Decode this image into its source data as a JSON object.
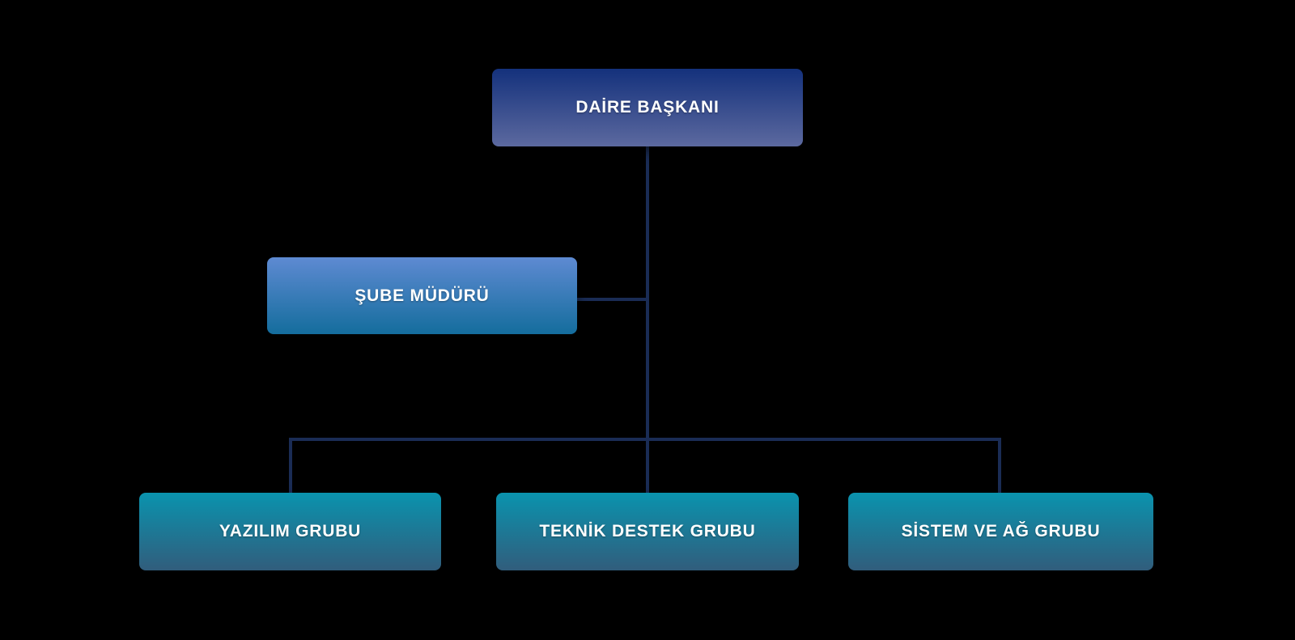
{
  "diagram": {
    "type": "org-chart",
    "background_color": "#000000",
    "connector_color": "#1a2c55",
    "text_color": "#ffffff",
    "nodes": [
      {
        "id": "daire-baskani",
        "label": "DAİRE BAŞKANI",
        "level": 1,
        "gradient_top": "#14317c",
        "gradient_bottom": "#5c699f"
      },
      {
        "id": "sube-muduru",
        "label": "ŞUBE MÜDÜRÜ",
        "level": 2,
        "gradient_top": "#5e8ad2",
        "gradient_bottom": "#146d9d"
      },
      {
        "id": "yazilim-grubu",
        "label": "YAZILIM GRUBU",
        "level": 3,
        "gradient_top": "#0a93ae",
        "gradient_bottom": "#315d7c"
      },
      {
        "id": "teknik-destek-grubu",
        "label": "TEKNİK DESTEK GRUBU",
        "level": 3,
        "gradient_top": "#0a93ae",
        "gradient_bottom": "#315d7c"
      },
      {
        "id": "sistem-ve-ag-grubu",
        "label": "SİSTEM VE AĞ GRUBU",
        "level": 3,
        "gradient_top": "#0a93ae",
        "gradient_bottom": "#315d7c"
      }
    ],
    "edges": [
      {
        "from": "daire-baskani",
        "to": "sube-muduru",
        "style": "side-branch"
      },
      {
        "from": "daire-baskani",
        "to": "yazilim-grubu",
        "style": "tree"
      },
      {
        "from": "daire-baskani",
        "to": "teknik-destek-grubu",
        "style": "tree"
      },
      {
        "from": "daire-baskani",
        "to": "sistem-ve-ag-grubu",
        "style": "tree"
      }
    ]
  }
}
